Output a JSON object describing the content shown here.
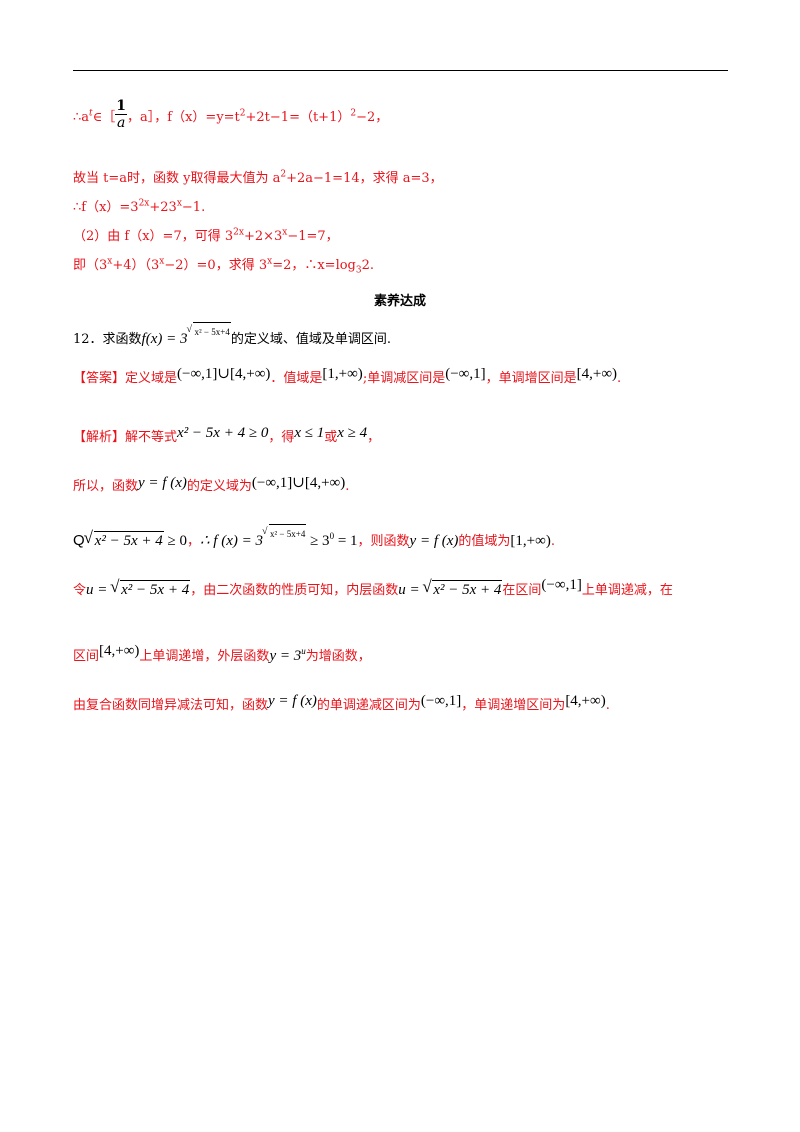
{
  "lines": {
    "l1_prefix": "∴a",
    "l1_sup": "t",
    "l1_mid": "∈［",
    "l1_frac_num": "1",
    "l1_frac_den": "a",
    "l1_rest": "，a］，f（x）=y=t",
    "l1_sup2": "2",
    "l1_rest2": "+2t−1=（t+1）",
    "l1_sup3": "2",
    "l1_rest3": "−2，",
    "l2": "故当 t=a时，函数 y取得最大值为 a",
    "l2_sup": "2",
    "l2_rest": "+2a−1=14，求得 a=3，",
    "l3": "∴f（x）=3",
    "l3_sup": "2x",
    "l3_rest": "+23",
    "l3_sup2": "x",
    "l3_rest2": "−1.",
    "l4": "（2）由 f（x）=7，可得 3",
    "l4_sup": "2x",
    "l4_rest": "+2×3",
    "l4_sup2": "x",
    "l4_rest2": "−1=7，",
    "l5": "即（3",
    "l5_sup": "x",
    "l5_rest": "+4）（3",
    "l5_sup2": "x",
    "l5_rest2": "−2）=0，求得 3",
    "l5_sup3": "x",
    "l5_rest3": "=2，∴x=log",
    "l5_sub": "3",
    "l5_rest4": "2."
  },
  "heading": "素养达成",
  "q12": {
    "number": "12．求函数",
    "fx": "f(x) = 3",
    "radicand": "x² − 5x+4",
    "suffix": "的定义域、值域及单调区间."
  },
  "answer": {
    "tag": "【答案】",
    "t1": "定义域是",
    "m1": "(−∞,1]∪[4,+∞)",
    "t2": "．值域是",
    "m2": "[1,+∞)",
    "t3": ";单调减区间是",
    "m3": "(−∞,1]",
    "t4": "，单调增区间是",
    "m4": "[4,+∞)",
    "t5": "."
  },
  "analysis": {
    "tag": "【解析】",
    "t1": "解不等式",
    "m1": "x² − 5x + 4 ≥ 0",
    "t2": "，得",
    "m2": "x ≤ 1",
    "t3": "或",
    "m3": "x ≥ 4",
    "t4": "，",
    "l2a": "所以，函数",
    "l2m1": "y = f (x)",
    "l2b": "的定义域为",
    "l2m2": "(−∞,1]∪[4,+∞)",
    "l2c": ".",
    "l3q": "Q",
    "l3m1_rad": "x² − 5x + 4",
    "l3m1_tail": " ≥ 0",
    "l3b": "，",
    "l3m2a": "∴ f (x) = 3",
    "l3m2_rad": "x² − 5x+4",
    "l3m2b": " ≥ 3",
    "l3m2_sup": "0",
    "l3m2c": " = 1",
    "l3c": "，则函数",
    "l3m3": "y = f (x)",
    "l3d": "的值域为",
    "l3m4": "[1,+∞)",
    "l3e": ".",
    "l4a": "令",
    "l4m1a": "u = ",
    "l4m1_rad": "x² − 5x + 4",
    "l4b": "，由二次函数的性质可知，内层函数",
    "l4m2a": "u = ",
    "l4m2_rad": "x² − 5x + 4",
    "l4c": "在区间",
    "l4m3": "(−∞,1]",
    "l4d": "上单调递减，在",
    "l5a": "区间",
    "l5m1": "[4,+∞)",
    "l5b": "上单调递增，外层函数",
    "l5m2a": "y = 3",
    "l5m2_sup": "u",
    "l5c": "为增函数，",
    "l6a": "由复合函数同增异减法可知，函数",
    "l6m1": "y = f (x)",
    "l6b": "的单调递减区间为",
    "l6m2": "(−∞,1]",
    "l6c": "，单调递增区间为",
    "l6m3": "[4,+∞)",
    "l6d": "."
  },
  "colors": {
    "solution_text": "#e8141b",
    "body_text": "#000000",
    "rule": "#000000"
  }
}
